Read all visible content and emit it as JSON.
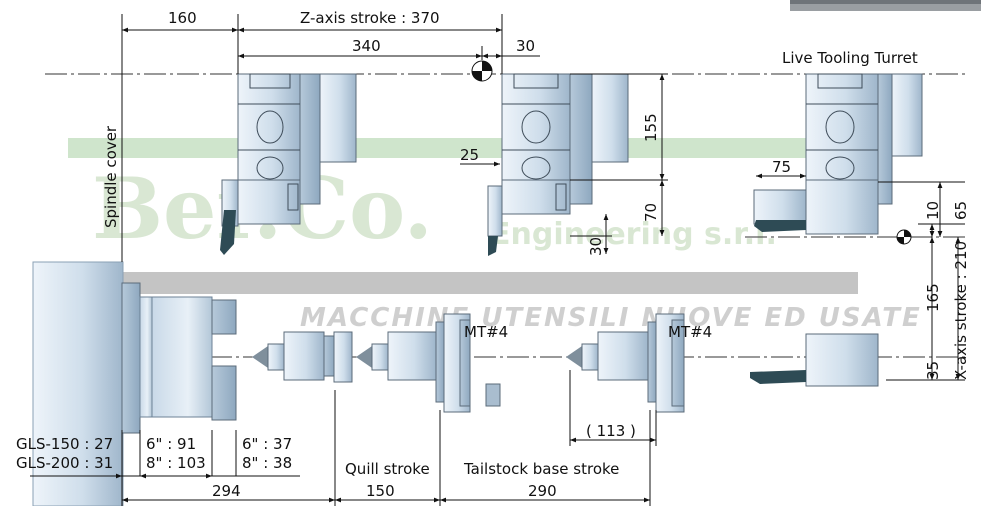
{
  "watermark": {
    "logo": "Ber.Co.",
    "company_suffix": "Engineering s.r.l.",
    "tagline": "MACCHINE UTENSILI NUOVE ED USATE"
  },
  "labels": {
    "live_tooling_turret": "Live Tooling Turret",
    "spindle_cover": "Spindle cover",
    "quill_stroke": "Quill stroke",
    "tailstock_base_stroke": "Tailstock base stroke",
    "mt4_left": "MT#4",
    "mt4_right": "MT#4"
  },
  "dimensions": {
    "d160": "160",
    "z_axis_stroke": "Z-axis stroke : 370",
    "d340": "340",
    "d30_top": "30",
    "d155": "155",
    "d25": "25",
    "d70": "70",
    "d30_mid": "30",
    "d75": "75",
    "d10": "10",
    "d65": "65",
    "x_axis_stroke": "X-axis stroke : 210",
    "d165": "165",
    "d35": "35",
    "d113": "( 113 )",
    "gls150": "GLS-150 : 27",
    "gls200": "GLS-200 : 31",
    "chuck6_91": "6\" : 91",
    "chuck8_103": "8\" : 103",
    "chuck6_37": "6\" : 37",
    "chuck8_38": "8\" : 38",
    "d294": "294",
    "d150": "150",
    "d290": "290"
  }
}
